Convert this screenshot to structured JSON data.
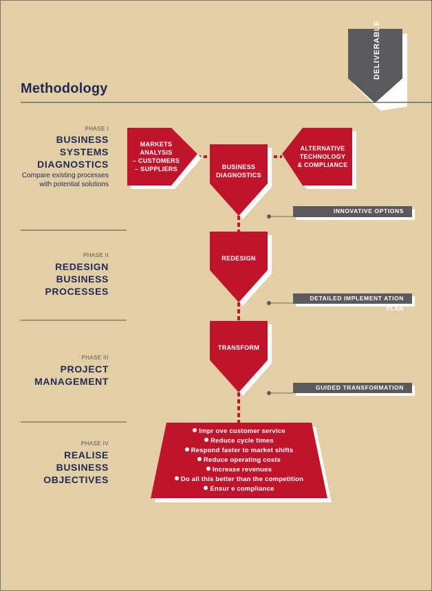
{
  "title": "Methodology",
  "deliverable_label": "DELIVERABLE",
  "phases": [
    {
      "label": "PHASE I",
      "name_lines": [
        "BUSINESS",
        "SYSTEMS",
        "DIAGNOSTICS"
      ],
      "desc_lines": [
        "Compare existing processes",
        "with potential solutions"
      ]
    },
    {
      "label": "PHASE II",
      "name_lines": [
        "REDESIGN",
        "BUSINESS",
        "PROCESSES"
      ]
    },
    {
      "label": "PHASE III",
      "name_lines": [
        "PROJECT",
        "MANAGEMENT"
      ]
    },
    {
      "label": "PHASE IV",
      "name_lines": [
        "REALISE",
        "BUSINESS",
        "OBJECTIVES"
      ]
    }
  ],
  "flow": {
    "markets_lines": [
      "MARKETS",
      "ANALYSIS",
      "– CUSTOMERS",
      "– SUPPLIERS"
    ],
    "alternative_lines": [
      "ALTERNATIVE",
      "TECHNOLOGY",
      "& COMPLIANCE"
    ],
    "diagnostics_lines": [
      "BUSINESS",
      "DIAGNOSTICS"
    ],
    "redesign": "REDESIGN",
    "transform": "TRANSFORM"
  },
  "deliverables": [
    "INNOVATIVE OPTIONS",
    "DETAILED IMPLEMENT ATION PLAN",
    "GUIDED TRANSFORMATION"
  ],
  "objectives": [
    "Impr ove customer  service",
    "Reduce cycle times",
    "Respond  faster to market shifts",
    "Reduce operating  costs",
    "Increase revenues",
    "Do all this better than the competition",
    "Ensur e compliance"
  ],
  "colors": {
    "background": "#e2cfa5",
    "accent_red": "#c0142c",
    "navy": "#1f2a55",
    "tag_gray": "#5a5a5c",
    "line_gray": "#6b6b6b"
  }
}
